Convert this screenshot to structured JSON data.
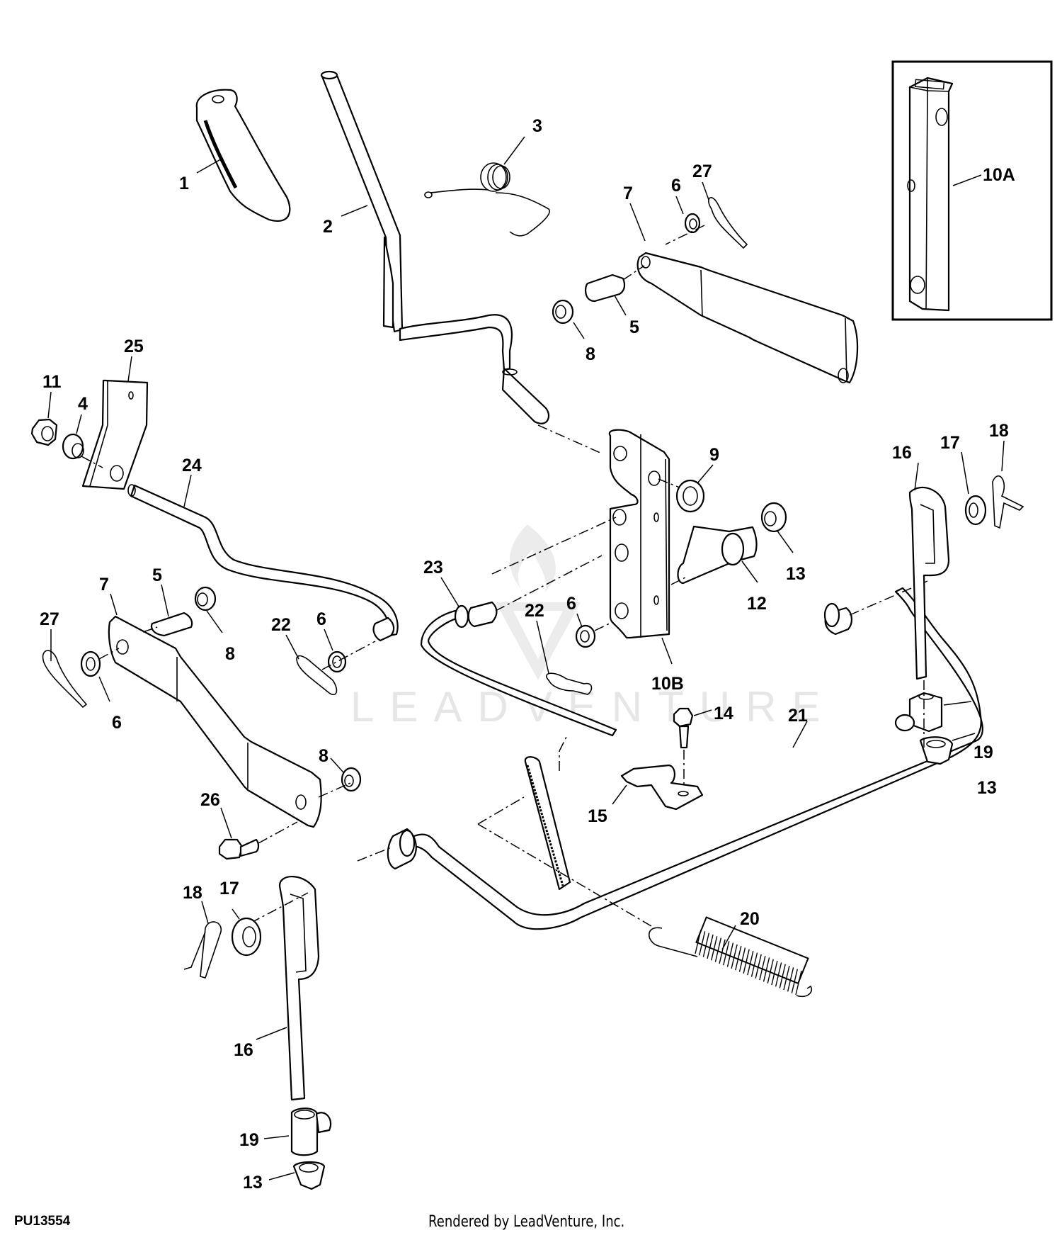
{
  "diagram": {
    "figure_id": "PU13554",
    "credit": "Rendered by LeadVenture, Inc.",
    "watermark": "LEADVENTURE",
    "inset_callout": "10A",
    "callouts": [
      {
        "id": "c1",
        "label": "1",
        "part": "handle-grip"
      },
      {
        "id": "c2",
        "label": "2",
        "part": "lift-lever"
      },
      {
        "id": "c3",
        "label": "3",
        "part": "torsion-spring"
      },
      {
        "id": "c7a",
        "label": "7",
        "part": "lift-link-right"
      },
      {
        "id": "c6a",
        "label": "6",
        "part": "washer"
      },
      {
        "id": "c27a",
        "label": "27",
        "part": "spring-pin"
      },
      {
        "id": "c5a",
        "label": "5",
        "part": "pin"
      },
      {
        "id": "c8a",
        "label": "8",
        "part": "bushing"
      },
      {
        "id": "c25",
        "label": "25",
        "part": "bracket"
      },
      {
        "id": "c11",
        "label": "11",
        "part": "nut"
      },
      {
        "id": "c4",
        "label": "4",
        "part": "bushing"
      },
      {
        "id": "c24",
        "label": "24",
        "part": "rod"
      },
      {
        "id": "c9",
        "label": "9",
        "part": "washer"
      },
      {
        "id": "c16a",
        "label": "16",
        "part": "lift-link-rod-right"
      },
      {
        "id": "c17a",
        "label": "17",
        "part": "washer"
      },
      {
        "id": "c18a",
        "label": "18",
        "part": "spring-pin"
      },
      {
        "id": "c23",
        "label": "23",
        "part": "rod"
      },
      {
        "id": "c13a",
        "label": "13",
        "part": "flange-nut"
      },
      {
        "id": "c12",
        "label": "12",
        "part": "shaft"
      },
      {
        "id": "c7b",
        "label": "7",
        "part": "lift-link-left"
      },
      {
        "id": "c5b",
        "label": "5",
        "part": "pin"
      },
      {
        "id": "c22a",
        "label": "22",
        "part": "spring-pin"
      },
      {
        "id": "c6b",
        "label": "6",
        "part": "washer"
      },
      {
        "id": "c22b",
        "label": "22",
        "part": "spring-pin"
      },
      {
        "id": "c6c",
        "label": "6",
        "part": "washer"
      },
      {
        "id": "c8b",
        "label": "8",
        "part": "bushing"
      },
      {
        "id": "c27b",
        "label": "27",
        "part": "spring-pin"
      },
      {
        "id": "c6d",
        "label": "6",
        "part": "washer"
      },
      {
        "id": "c10b",
        "label": "10B",
        "part": "lift-bracket"
      },
      {
        "id": "c14",
        "label": "14",
        "part": "screw"
      },
      {
        "id": "c21",
        "label": "21",
        "part": "lift-shaft"
      },
      {
        "id": "c19a",
        "label": "19",
        "part": "swivel"
      },
      {
        "id": "c13b",
        "label": "13",
        "part": "flange-nut"
      },
      {
        "id": "c8c",
        "label": "8",
        "part": "bushing"
      },
      {
        "id": "c26",
        "label": "26",
        "part": "screw"
      },
      {
        "id": "c15",
        "label": "15",
        "part": "clamp"
      },
      {
        "id": "c18b",
        "label": "18",
        "part": "spring-pin"
      },
      {
        "id": "c17b",
        "label": "17",
        "part": "washer"
      },
      {
        "id": "c20",
        "label": "20",
        "part": "extension-spring"
      },
      {
        "id": "c16b",
        "label": "16",
        "part": "lift-link-rod-left"
      },
      {
        "id": "c19b",
        "label": "19",
        "part": "swivel"
      },
      {
        "id": "c13c",
        "label": "13",
        "part": "flange-nut"
      }
    ]
  }
}
